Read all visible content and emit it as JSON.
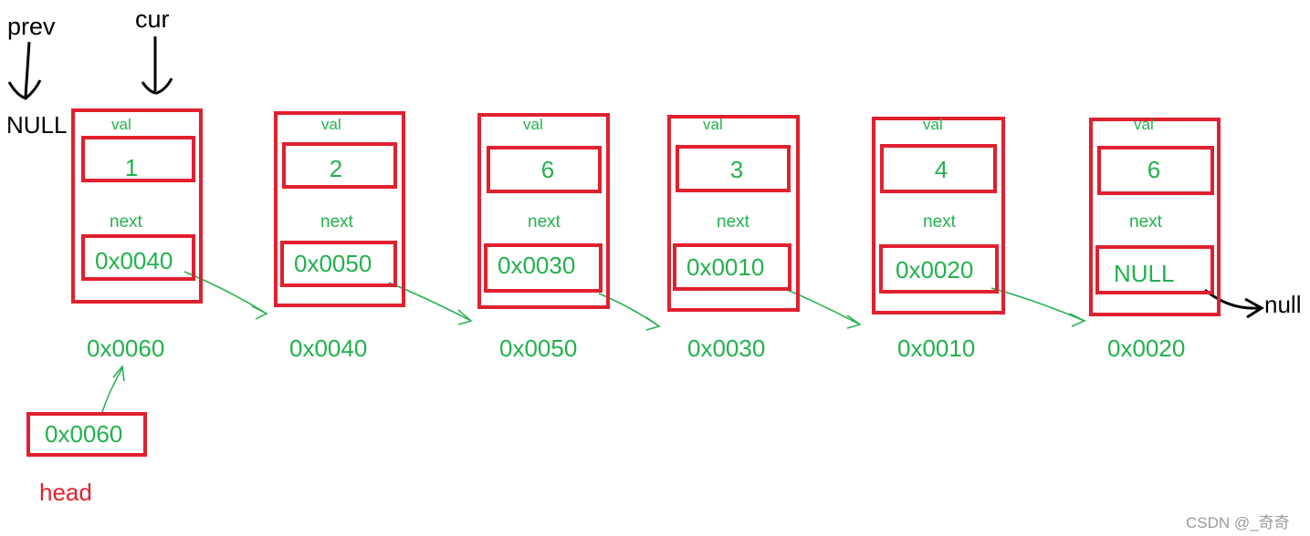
{
  "pointers": {
    "prev": "prev",
    "cur": "cur",
    "prev_value": "NULL"
  },
  "labels": {
    "val": "val",
    "next": "next"
  },
  "nodes": [
    {
      "val": "1",
      "next": "0x0040",
      "address": "0x0060"
    },
    {
      "val": "2",
      "next": "0x0050",
      "address": "0x0040"
    },
    {
      "val": "6",
      "next": "0x0030",
      "address": "0x0050"
    },
    {
      "val": "3",
      "next": "0x0010",
      "address": "0x0030"
    },
    {
      "val": "4",
      "next": "0x0020",
      "address": "0x0010"
    },
    {
      "val": "6",
      "next": "NULL",
      "address": "0x0020"
    }
  ],
  "tail": "null",
  "head": {
    "value": "0x0060",
    "label": "head"
  },
  "watermark": "CSDN @_奇奇",
  "colors": {
    "box": "#e0202e",
    "green": "#22b14c",
    "black": "#000000"
  }
}
